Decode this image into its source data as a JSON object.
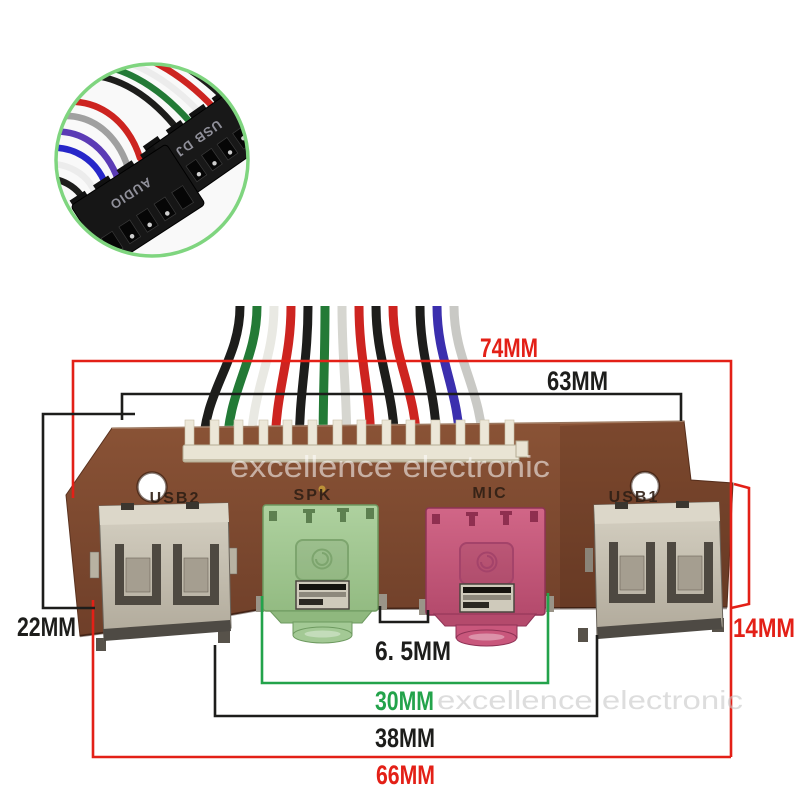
{
  "colors": {
    "dim_red": "#e32017",
    "dim_black": "#1d1d1b",
    "dim_green": "#23a34b",
    "pcb": "#7d4a31",
    "header": "#eae5d6",
    "metal": "#c9c3b5",
    "spk": "#a3c995",
    "mic": "#c9577c",
    "ring": "#7fd57f",
    "watermark": "#ffffff"
  },
  "watermark": {
    "main": "excellence electronic",
    "faint": "excellence electronic"
  },
  "inset": {
    "audio_label": "AUDIO",
    "usb_label": "USB DJ"
  },
  "pcb": {
    "labels": {
      "usb2": "USB2",
      "spk": "SPK",
      "mic": "MIC",
      "usb1": "USB1"
    }
  },
  "dimensions": {
    "board_width": {
      "label": "74MM"
    },
    "tab_width": {
      "label": "63MM"
    },
    "left_height": {
      "label": "22MM"
    },
    "right_height": {
      "label": "14MM"
    },
    "jack_gap": {
      "label": "6. 5MM"
    },
    "jack_span": {
      "label": "30MM"
    },
    "inner_span": {
      "label": "38MM"
    },
    "outer_span": {
      "label": "66MM"
    }
  },
  "wires": {
    "main": [
      "#1d1d1b",
      "#237a36",
      "#e9e9e3",
      "#cd2420",
      "#1d1d1b",
      "#237a36",
      "#d6d6d0",
      "#cd2420",
      "#1d1d1b",
      "#cd2420",
      "#1d1d1b",
      "#3b2fae",
      "#c9c9c5"
    ],
    "inset": [
      "#1d1d1b",
      "#237a36",
      "#ececec",
      "#cd2420",
      "#1d1d1b",
      "#a0a0a0",
      "#5b3bb5",
      "#2727c9",
      "#ececec",
      "#cd2420",
      "#1d1d1b"
    ]
  }
}
